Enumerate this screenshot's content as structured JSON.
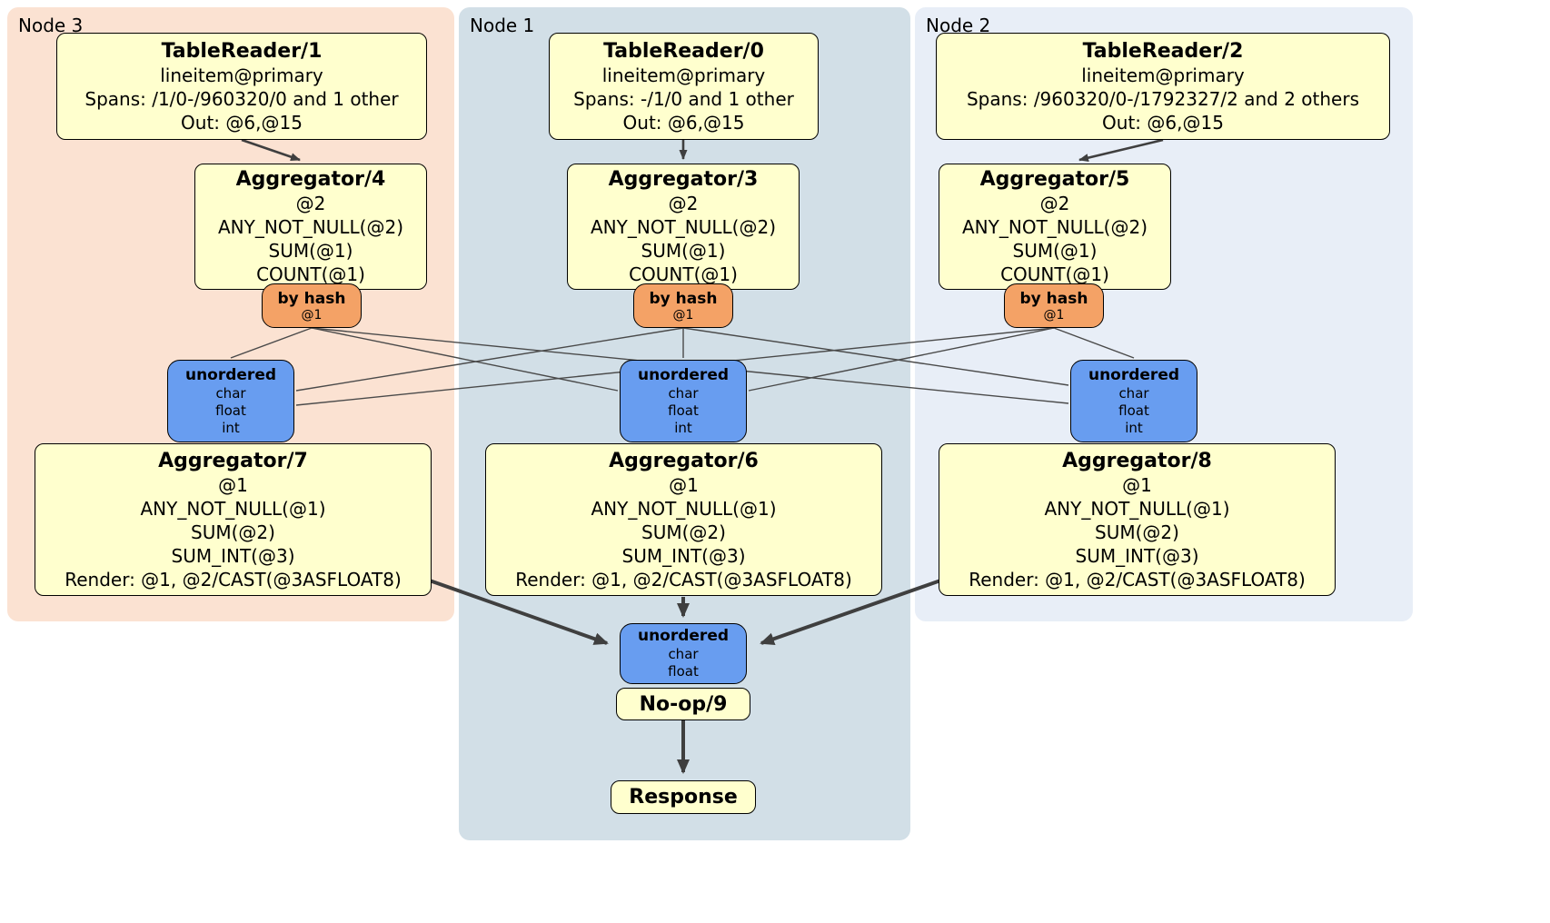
{
  "palette": {
    "node3_bg": "#fbe2d2",
    "node1_bg": "#d2dfe7",
    "node2_bg": "#e8eef7",
    "processor_fill": "#ffffce",
    "hash_router_fill": "#f4a266",
    "sync_fill": "#689df0",
    "edge_color": "#3f3f3f"
  },
  "groups": {
    "node3": {
      "label": "Node 3"
    },
    "node1": {
      "label": "Node 1"
    },
    "node2": {
      "label": "Node 2"
    }
  },
  "processors": {
    "tr1": {
      "title": "TableReader/1",
      "lines": [
        "lineitem@primary",
        "Spans: /1/0-/960320/0 and 1 other",
        "Out: @6,@15"
      ]
    },
    "tr0": {
      "title": "TableReader/0",
      "lines": [
        "lineitem@primary",
        "Spans: -/1/0 and 1 other",
        "Out: @6,@15"
      ]
    },
    "tr2": {
      "title": "TableReader/2",
      "lines": [
        "lineitem@primary",
        "Spans: /960320/0-/1792327/2 and 2 others",
        "Out: @6,@15"
      ]
    },
    "agg4": {
      "title": "Aggregator/4",
      "lines": [
        "@2",
        "ANY_NOT_NULL(@2)",
        "SUM(@1)",
        "COUNT(@1)"
      ]
    },
    "agg3": {
      "title": "Aggregator/3",
      "lines": [
        "@2",
        "ANY_NOT_NULL(@2)",
        "SUM(@1)",
        "COUNT(@1)"
      ]
    },
    "agg5": {
      "title": "Aggregator/5",
      "lines": [
        "@2",
        "ANY_NOT_NULL(@2)",
        "SUM(@1)",
        "COUNT(@1)"
      ]
    },
    "agg7": {
      "title": "Aggregator/7",
      "lines": [
        "@1",
        "ANY_NOT_NULL(@1)",
        "SUM(@2)",
        "SUM_INT(@3)",
        "Render: @1, @2/CAST(@3ASFLOAT8)"
      ]
    },
    "agg6": {
      "title": "Aggregator/6",
      "lines": [
        "@1",
        "ANY_NOT_NULL(@1)",
        "SUM(@2)",
        "SUM_INT(@3)",
        "Render: @1, @2/CAST(@3ASFLOAT8)"
      ]
    },
    "agg8": {
      "title": "Aggregator/8",
      "lines": [
        "@1",
        "ANY_NOT_NULL(@1)",
        "SUM(@2)",
        "SUM_INT(@3)",
        "Render: @1, @2/CAST(@3ASFLOAT8)"
      ]
    },
    "noop": {
      "title": "No-op/9"
    },
    "response": {
      "title": "Response"
    }
  },
  "routers": {
    "hash3": {
      "title": "by hash",
      "detail": "@1"
    },
    "hash1": {
      "title": "by hash",
      "detail": "@1"
    },
    "hash2": {
      "title": "by hash",
      "detail": "@1"
    }
  },
  "syncs": {
    "un3": {
      "title": "unordered",
      "lines": [
        "char",
        "float",
        "int"
      ]
    },
    "un1": {
      "title": "unordered",
      "lines": [
        "char",
        "float",
        "int"
      ]
    },
    "un2": {
      "title": "unordered",
      "lines": [
        "char",
        "float",
        "int"
      ]
    },
    "unmid": {
      "title": "unordered",
      "lines": [
        "char",
        "float"
      ]
    }
  }
}
